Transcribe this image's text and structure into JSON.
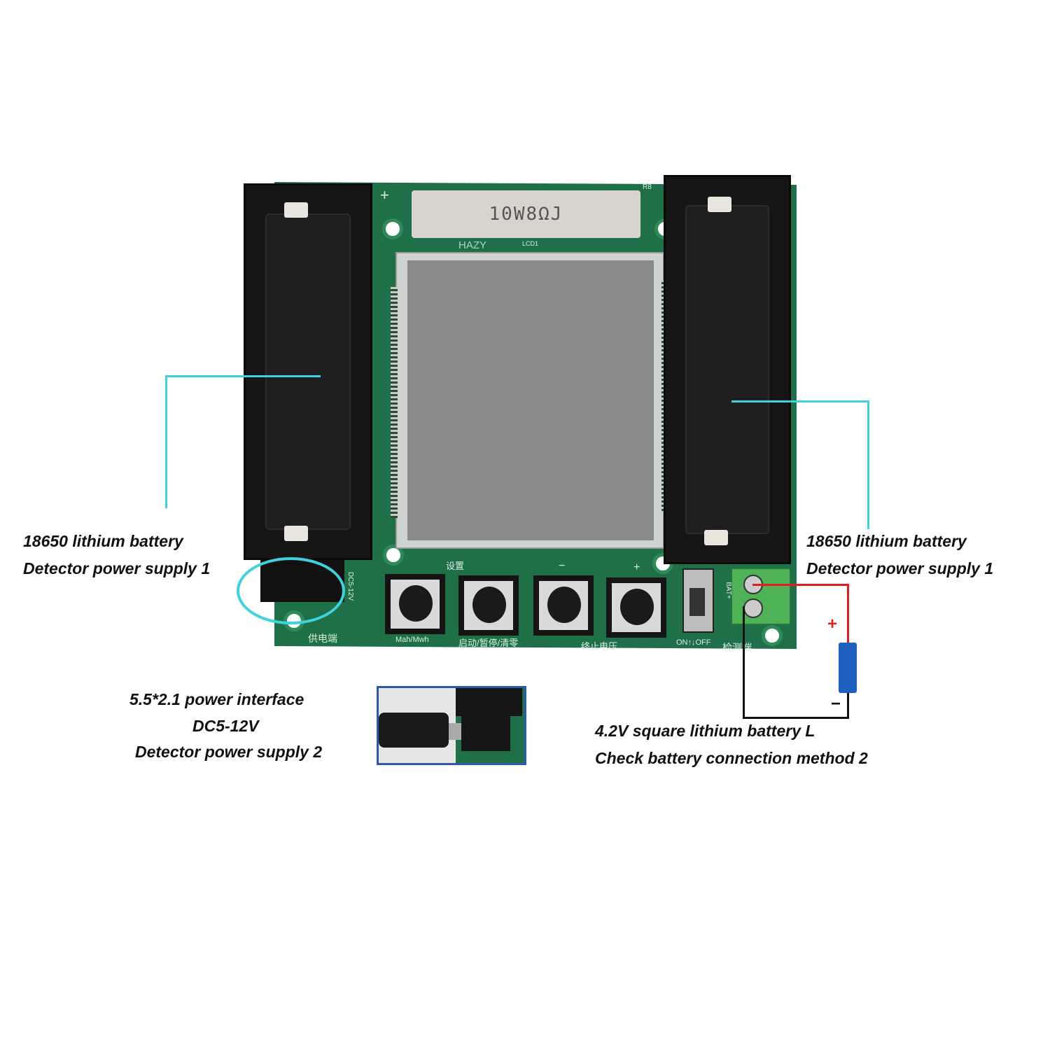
{
  "board": {
    "resistor_marking": "10W8ΩJ",
    "resistor_ref": "R8",
    "brand": "HAZY",
    "lcd_ref": "LCD1",
    "plus_mark": "+",
    "buttons": [
      {
        "top_label": "设置",
        "bottom_label": "Mah/Mwh"
      },
      {
        "top_label": "",
        "bottom_label": "启动/暂停/清零"
      },
      {
        "top_label": "−",
        "bottom_label": ""
      },
      {
        "top_label": "+",
        "bottom_label": "终止电压"
      }
    ],
    "switch_label": "ON↑↓OFF",
    "detect_terminal_label": "检测端",
    "power_terminal_label": "供电端",
    "bat_label": "BAT+",
    "dc_jack_label": "DC5-12V"
  },
  "callouts": {
    "left_battery": {
      "line1": "18650 lithium battery",
      "line2": "Detector power supply 1"
    },
    "right_battery": {
      "line1": "18650 lithium battery",
      "line2": "Detector power supply 1"
    },
    "power_interface": {
      "line1": "5.5*2.1 power interface",
      "line2": "DC5-12V",
      "line3": "Detector power supply 2"
    },
    "square_battery": {
      "line1": "4.2V square lithium battery L",
      "line2": "Check battery connection method 2"
    }
  },
  "wiring": {
    "positive": "+",
    "negative": "−"
  },
  "colors": {
    "callout": "#3fd2dc",
    "pcb": "#1f7048",
    "positive_wire": "#e02020",
    "negative_wire": "#111111",
    "battery": "#1f5fbf"
  }
}
